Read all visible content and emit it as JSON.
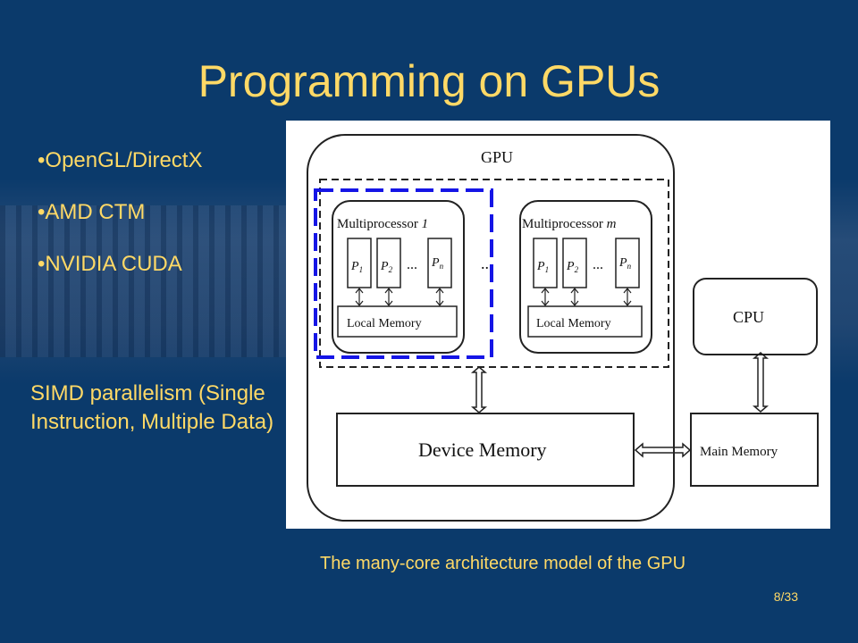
{
  "slide": {
    "title": "Programming on GPUs",
    "bullets": [
      "•OpenGL/DirectX",
      "•AMD CTM",
      "•NVIDIA CUDA"
    ],
    "simd_text": "SIMD parallelism (Single Instruction, Multiple Data)",
    "caption": "The many-core architecture model of the GPU",
    "page_number": "8/33"
  },
  "diagram": {
    "gpu_label": "GPU",
    "mp1": {
      "name": "Multiprocessor ",
      "index": "1"
    },
    "mpm": {
      "name": "Multiprocessor ",
      "index": "m"
    },
    "p1": "P",
    "p1_sub": "1",
    "p2": "P",
    "p2_sub": "2",
    "pn": "P",
    "pn_sub": "n",
    "dots": "...",
    "local_memory": "Local Memory",
    "device_memory": "Device Memory",
    "cpu_label": "CPU",
    "main_memory": "Main Memory"
  },
  "colors": {
    "background": "#0b3a6b",
    "text": "#ffd966",
    "highlight_dash": "#1515e6"
  }
}
